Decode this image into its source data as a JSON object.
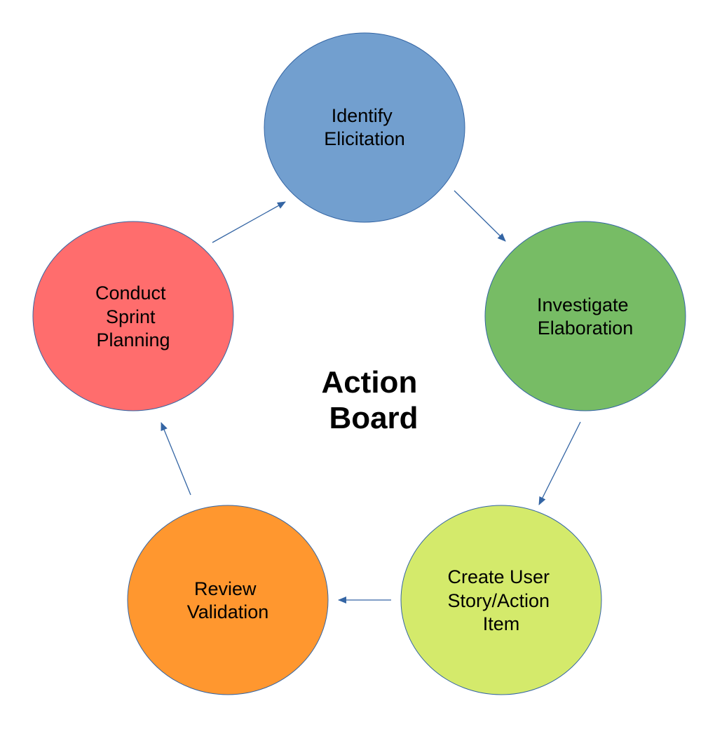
{
  "center_title": {
    "line1": "Action",
    "line2": "Board"
  },
  "nodes": [
    {
      "id": "identify",
      "lines": [
        "Identify",
        "Elicitation"
      ],
      "fill": "#729fcf",
      "stroke": "#3465a4"
    },
    {
      "id": "investigate",
      "lines": [
        "Investigate",
        "Elaboration"
      ],
      "fill": "#77bc65",
      "stroke": "#3465a4"
    },
    {
      "id": "create",
      "lines": [
        "Create User",
        "Story/Action",
        "Item"
      ],
      "fill": "#d4ea6b",
      "stroke": "#3465a4"
    },
    {
      "id": "review",
      "lines": [
        "Review",
        "Validation"
      ],
      "fill": "#ff972f",
      "stroke": "#3465a4"
    },
    {
      "id": "conduct",
      "lines": [
        "Conduct",
        "Sprint",
        "Planning"
      ],
      "fill": "#ff6d6d",
      "stroke": "#3465a4"
    }
  ],
  "edges": [
    {
      "from": "identify",
      "to": "investigate"
    },
    {
      "from": "investigate",
      "to": "create"
    },
    {
      "from": "create",
      "to": "review"
    },
    {
      "from": "review",
      "to": "conduct"
    },
    {
      "from": "conduct",
      "to": "identify"
    }
  ],
  "arrow_color": "#3465a4"
}
